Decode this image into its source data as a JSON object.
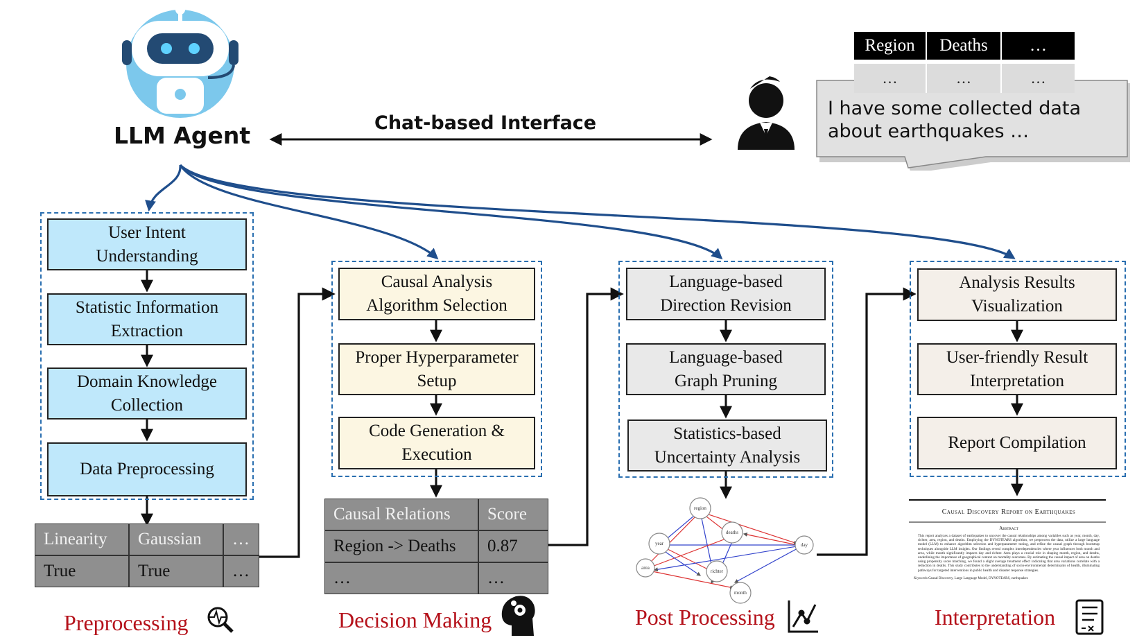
{
  "agent": {
    "label": "LLM Agent"
  },
  "chat": {
    "label": "Chat-based Interface"
  },
  "user_table": {
    "headers": [
      "Region",
      "Deaths",
      "…"
    ],
    "row": [
      "…",
      "…",
      "…"
    ]
  },
  "speech": {
    "line1": "I have some collected data",
    "line2": "about earthquakes …"
  },
  "preprocessing": {
    "steps": [
      "User Intent\nUnderstanding",
      "Statistic Information\nExtraction",
      "Domain Knowledge\nCollection",
      "Data Preprocessing"
    ],
    "table": {
      "headers": [
        "Linearity",
        "Gaussian",
        "…"
      ],
      "row": [
        "True",
        "True",
        "…"
      ]
    },
    "label": "Preprocessing"
  },
  "decision": {
    "steps": [
      "Causal Analysis\nAlgorithm Selection",
      "Proper Hyperparameter\nSetup",
      "Code Generation &\nExecution"
    ],
    "table": {
      "headers": [
        "Causal Relations",
        "Score"
      ],
      "rows": [
        [
          "Region -> Deaths",
          "0.87"
        ],
        [
          "…",
          "…"
        ]
      ]
    },
    "label": "Decision Making"
  },
  "post": {
    "steps": [
      "Language-based\nDirection Revision",
      "Language-based\nGraph Pruning",
      "Statistics-based\nUncertainty Analysis"
    ],
    "graph_nodes": [
      "region",
      "deaths",
      "year",
      "day",
      "area",
      "richter",
      "month"
    ],
    "label": "Post Processing"
  },
  "interp": {
    "steps": [
      "Analysis Results\nVisualization",
      "User-friendly Result\nInterpretation",
      "Report Compilation"
    ],
    "report": {
      "title": "Causal Discovery Report on Earthquakes",
      "abstract_heading": "Abstract",
      "abstract": "This report analyzes a dataset of earthquakes to uncover the causal relationships among variables such as year, month, day, richter, area, region, and deaths. Employing the DYNOTEARS algorithm, we preprocess the data, utilize a large language model (LLM) to enhance algorithm selection and hyperparameter tuning, and refine the causal graph through bootstrap techniques alongside LLM insights. Our findings reveal complex interdependencies where year influences both month and area, while month significantly impacts day and richter. Area plays a crucial role in shaping month, region, and deaths, underlining the importance of geographical context on mortality outcomes. By estimating the causal impact of area on deaths using propensity score matching, we found a slight average treatment effect indicating that area variations correlate with a reduction in deaths. This study contributes to the understanding of socio-environmental determinants of health, illuminating pathways for targeted interventions in public health and disaster response strategies.",
      "keywords_label": "Keywords",
      "keywords": "Causal Discovery, Large Language Model, DYNOTEARS, earthquakes"
    },
    "label": "Interpretation"
  },
  "colors": {
    "label_red": "#b5121b",
    "group_border": "#2a6fb0",
    "preprocess_fill": "#bfe8fb",
    "decision_fill": "#fcf6e2",
    "post_fill": "#e9e9e9",
    "interp_fill": "#f4efe9"
  }
}
